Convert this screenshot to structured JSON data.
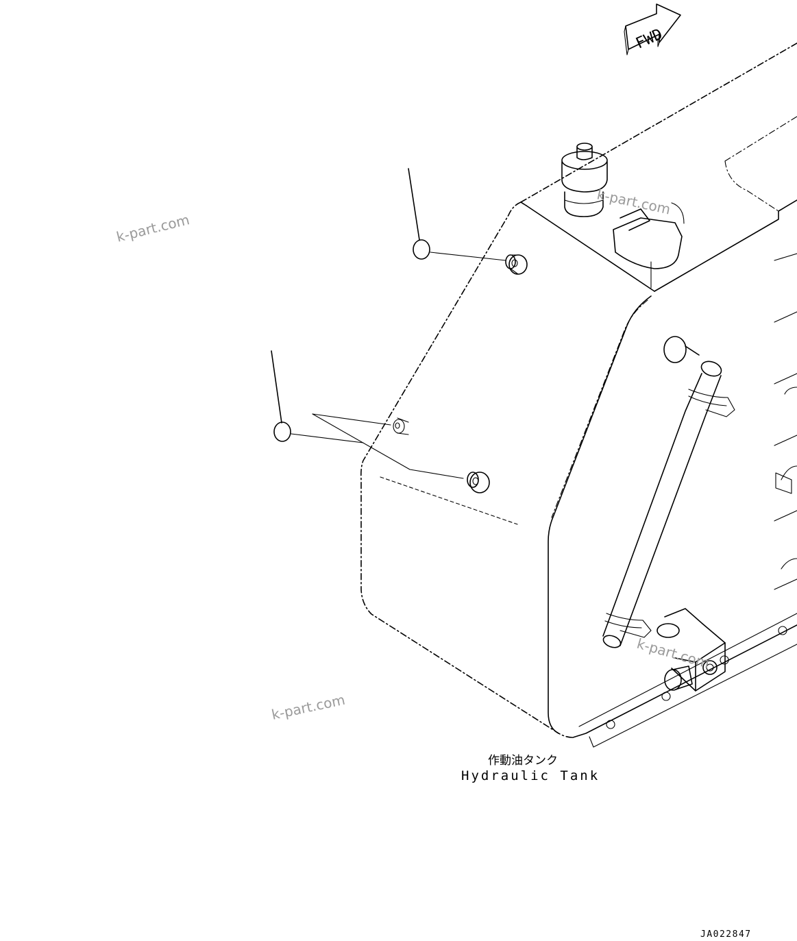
{
  "forward_indicator": {
    "label": "FWD"
  },
  "component_label": {
    "japanese": "作動油タンク",
    "english": "Hydraulic Tank"
  },
  "drawing_number": "JA022847",
  "watermarks": [
    "k-part.com",
    "k-part.com",
    "k-part.com",
    "k-part.com"
  ]
}
